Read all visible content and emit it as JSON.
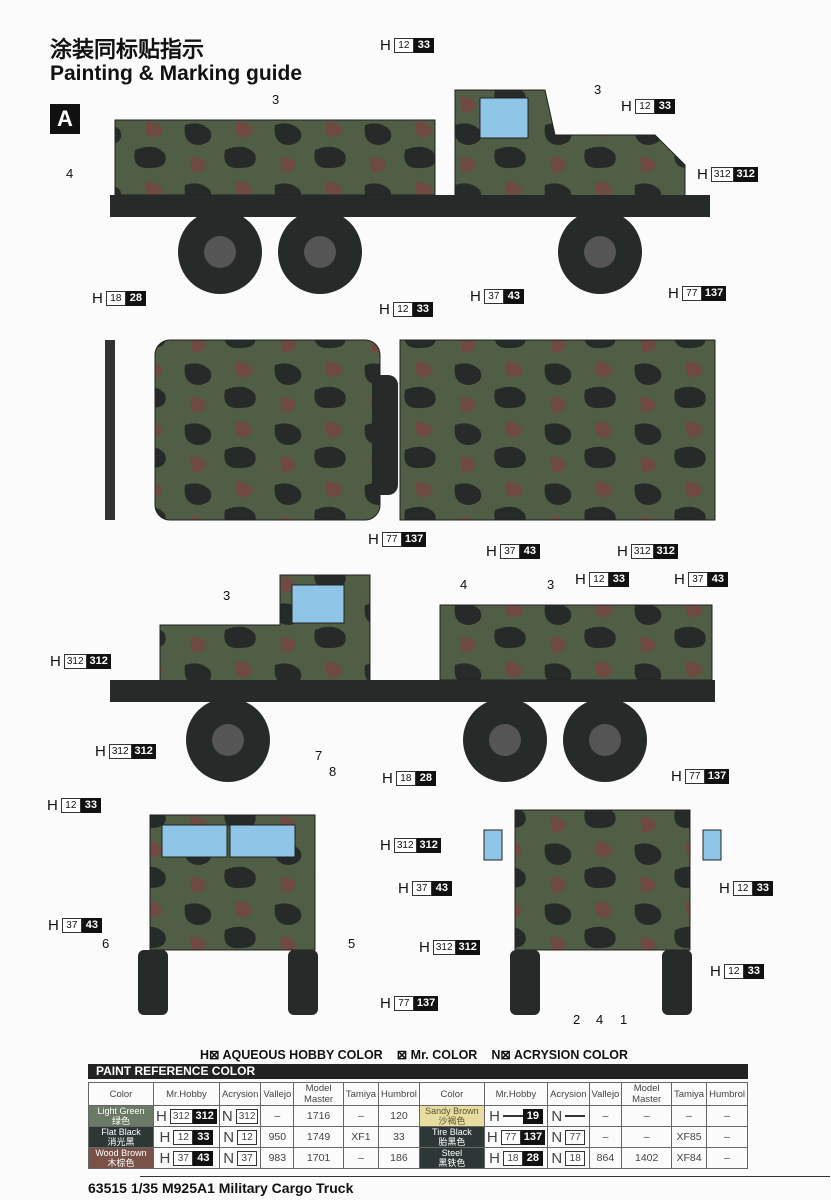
{
  "title_cn": "涂装同标贴指示",
  "title_en": "Painting & Marking guide",
  "sheet": "A",
  "colors": {
    "green": "#4f5e44",
    "black": "#262a28",
    "brown": "#6e4a40",
    "sandy": "#e9dca0"
  },
  "callouts": {
    "c12_33": {
      "h": "12",
      "m": "33"
    },
    "c312": {
      "h": "312",
      "m": "312"
    },
    "c18_28": {
      "h": "18",
      "m": "28"
    },
    "c37_43": {
      "h": "37",
      "m": "43"
    },
    "c77_137": {
      "h": "77",
      "m": "137"
    }
  },
  "numbers": {
    "n1": "1",
    "n2": "2",
    "n3": "3",
    "n4": "4",
    "n5": "5",
    "n6": "6",
    "n7": "7",
    "n8": "8"
  },
  "legend": {
    "aqueous": "H⊠ AQUEOUS HOBBY COLOR",
    "mr": "⊠ Mr. COLOR",
    "acrysion": "N⊠ ACRYSION COLOR"
  },
  "table_title": "PAINT  REFERENCE COLOR",
  "headers": [
    "Color",
    "Mr.Hobby",
    "Acrysion",
    "Vallejo",
    "Model Master",
    "Tamiya",
    "Humbrol"
  ],
  "rows_left": [
    {
      "name": "Light Green",
      "cn": "绿色",
      "h": "312",
      "m": "312",
      "n": "312",
      "vallejo": "–",
      "mm": "1716",
      "tamiya": "–",
      "humbrol": "120"
    },
    {
      "name": "Flat Black",
      "cn": "消光黑",
      "h": "12",
      "m": "33",
      "n": "12",
      "vallejo": "950",
      "mm": "1749",
      "tamiya": "XF1",
      "humbrol": "33"
    },
    {
      "name": "Wood Brown",
      "cn": "木棕色",
      "h": "37",
      "m": "43",
      "n": "37",
      "vallejo": "983",
      "mm": "1701",
      "tamiya": "–",
      "humbrol": "186"
    }
  ],
  "rows_right": [
    {
      "name": "Sandy Brown",
      "cn": "沙褐色",
      "h": "",
      "m": "19",
      "n": "",
      "vallejo": "–",
      "mm": "–",
      "tamiya": "–",
      "humbrol": "–"
    },
    {
      "name": "Tire Black",
      "cn": "胎黑色",
      "h": "77",
      "m": "137",
      "n": "77",
      "vallejo": "–",
      "mm": "–",
      "tamiya": "XF85",
      "humbrol": "–"
    },
    {
      "name": "Steel",
      "cn": "黑铁色",
      "h": "18",
      "m": "28",
      "n": "18",
      "vallejo": "864",
      "mm": "1402",
      "tamiya": "XF84",
      "humbrol": "–"
    }
  ],
  "footer": "63515 1/35  M925A1 Military Cargo Truck"
}
